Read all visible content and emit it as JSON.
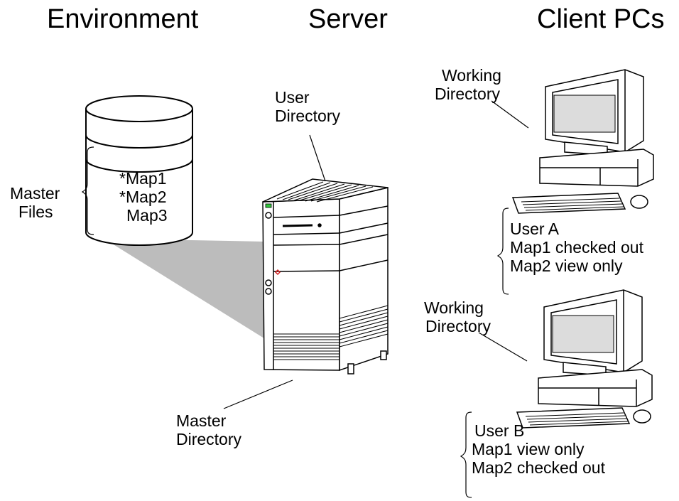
{
  "headers": {
    "environment": "Environment",
    "server": "Server",
    "clients": "Client PCs"
  },
  "database": {
    "files": [
      "*Map1",
      "*Map2",
      "Map3"
    ],
    "label_line1": "Master",
    "label_line2": "Files"
  },
  "server": {
    "user_dir_line1": "User",
    "user_dir_line2": "Directory",
    "master_dir_line1": "Master",
    "master_dir_line2": "Directory"
  },
  "client_a": {
    "working_dir_line1": "Working",
    "working_dir_line2": "Directory",
    "info": [
      "User A",
      "Map1 checked out",
      "Map2 view only"
    ]
  },
  "client_b": {
    "working_dir_line1": "Working",
    "working_dir_line2": "Directory",
    "info": [
      "User B",
      "Map1 view only",
      "Map2 checked out"
    ]
  },
  "colors": {
    "ink": "#000000",
    "shadow": "#bcbcbc",
    "screen": "#dcdcdc",
    "led_green": "#2ec63a",
    "logo_red": "#d32020"
  }
}
